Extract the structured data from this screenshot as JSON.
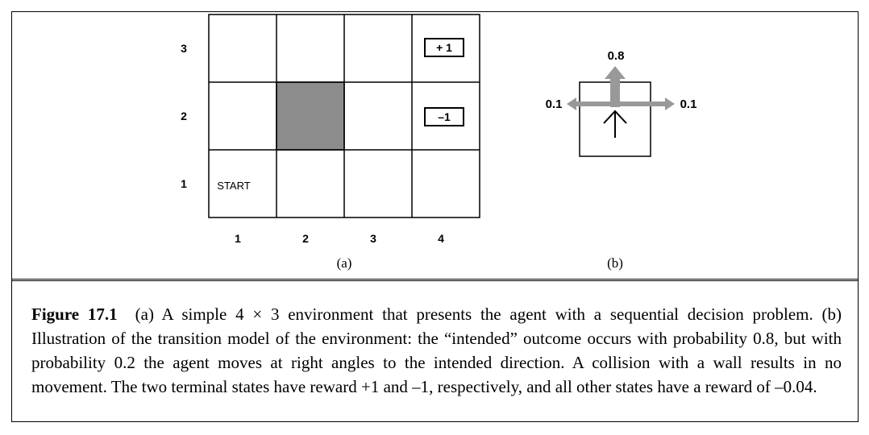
{
  "panel_a": {
    "row_labels": [
      "3",
      "2",
      "1"
    ],
    "col_labels": [
      "1",
      "2",
      "3",
      "4"
    ],
    "cells": {
      "plus_reward": "+ 1",
      "minus_reward": "–1",
      "start": "START"
    },
    "sublabel": "(a)"
  },
  "panel_b": {
    "prob_forward": "0.8",
    "prob_left": "0.1",
    "prob_right": "0.1",
    "sublabel": "(b)"
  },
  "colors": {
    "obstacle": "#8c8c8c",
    "arrow": "#999999",
    "ink": "#000000"
  },
  "caption": {
    "label": "Figure 17.1",
    "text": "(a) A simple 4 × 3 environment that presents the agent with a sequential decision problem. (b) Illustration of the transition model of the environment: the “intended” outcome occurs with probability 0.8, but with probability 0.2 the agent moves at right angles to the intended direction. A collision with a wall results in no movement. The two terminal states have reward +1 and –1, respectively, and all other states have a reward of –0.04."
  }
}
